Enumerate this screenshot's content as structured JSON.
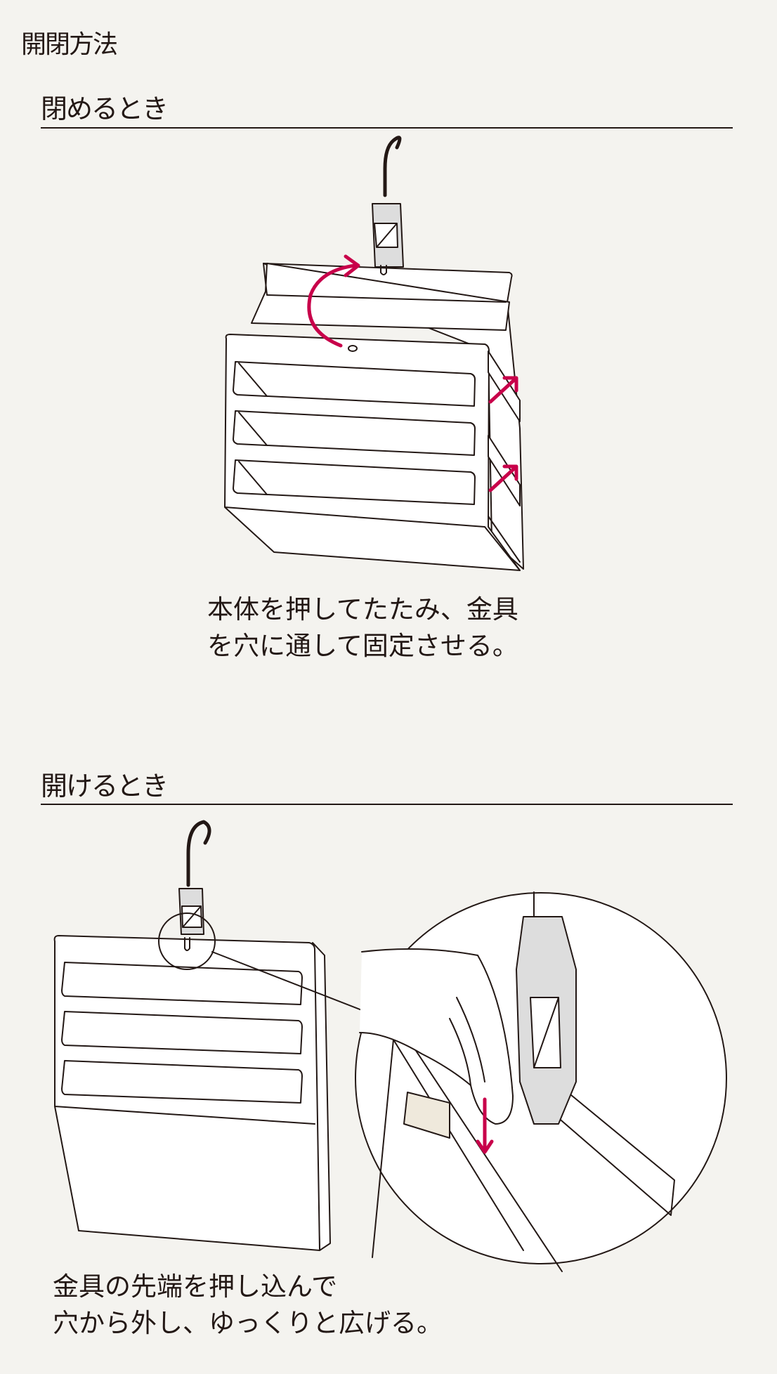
{
  "title": "開閉方法",
  "sections": [
    {
      "heading": "閉めるとき",
      "caption": [
        "本体を押してたたみ、金具",
        "を穴に通して固定させる。"
      ]
    },
    {
      "heading": "開けるとき",
      "caption": [
        "金具の先端を押し込んで",
        "穴から外し、ゆっくりと広げる。"
      ]
    }
  ],
  "colors": {
    "accent": "#c8004a",
    "ink": "#231815",
    "background": "#f4f3ef"
  }
}
